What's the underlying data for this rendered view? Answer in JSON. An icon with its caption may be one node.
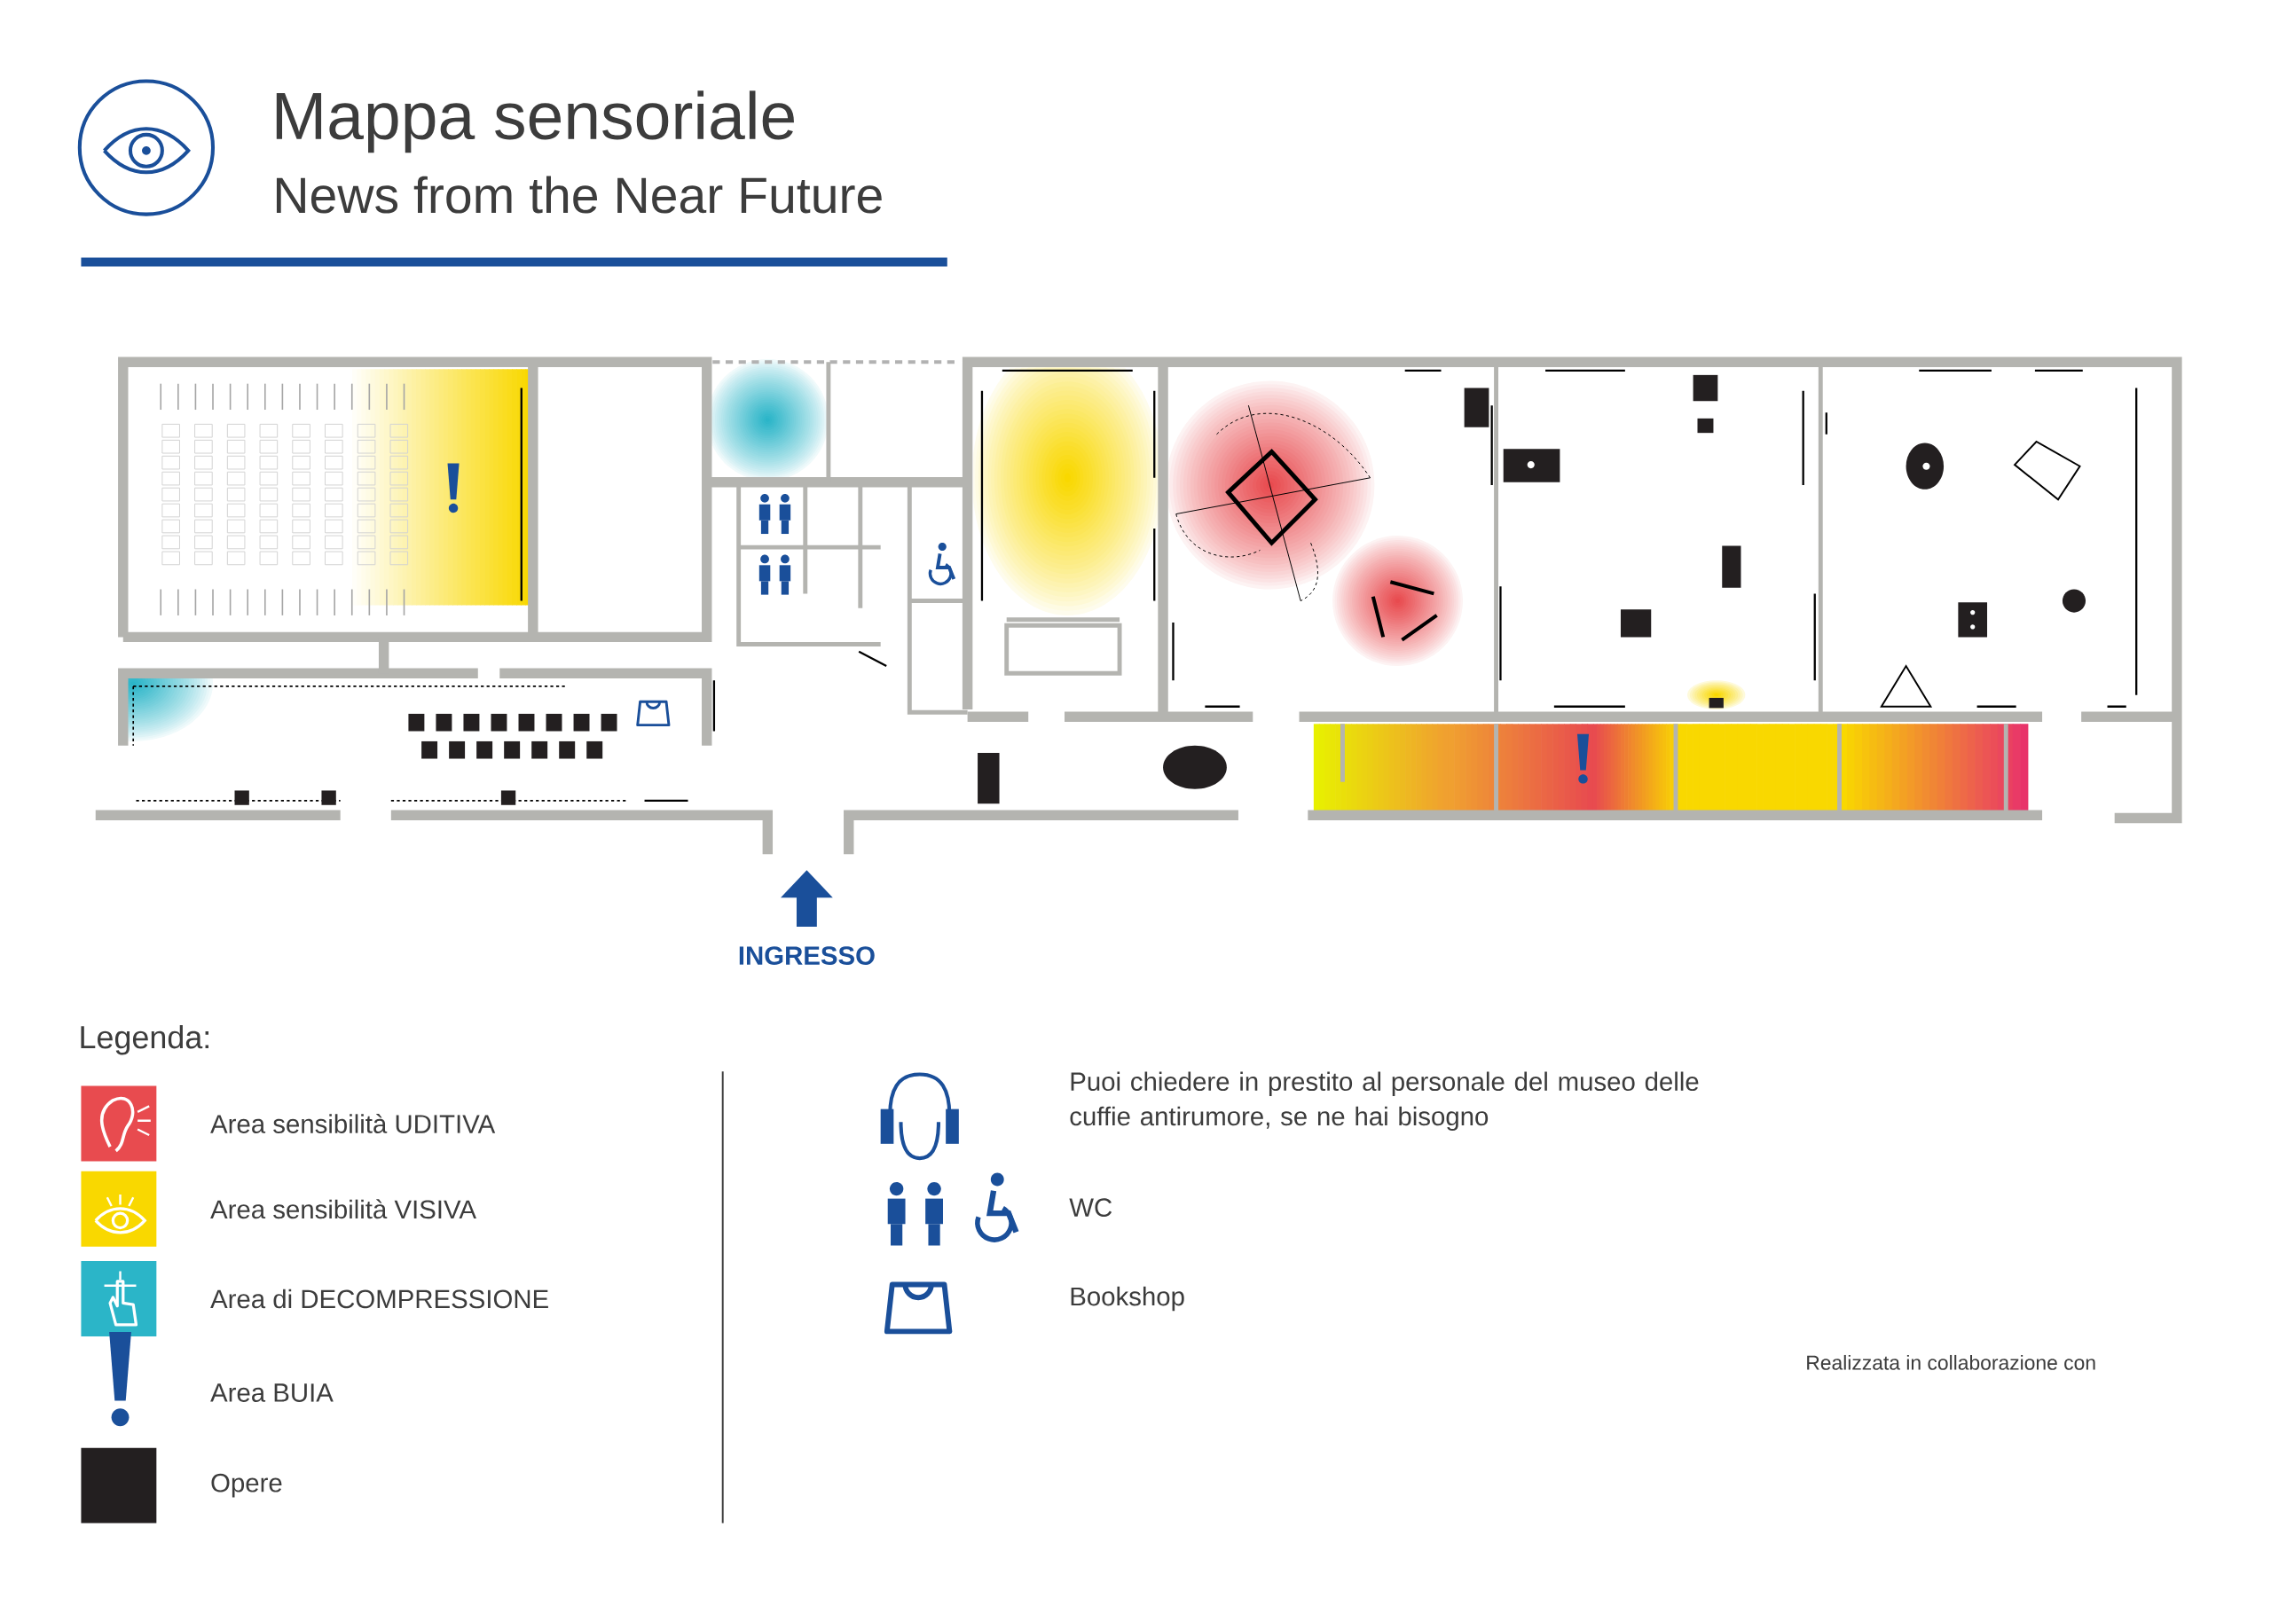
{
  "diagram": {
    "title": "Mappa sensoriale",
    "labels": [
      "News from the Near Future",
      "INGRESSO",
      "Legenda:",
      "Realizzata in collaborazione con"
    ],
    "legend": [
      {
        "text": "Area sensibilità UDITIVA",
        "color": "#e84b4f"
      },
      {
        "text": "Area sensibilità VISIVA",
        "color": "#f9d800"
      },
      {
        "text": "Area di DECOMPRESSIONE",
        "color": "#2bb5c8"
      },
      {
        "text": "Area BUIA"
      },
      {
        "text": "Opere",
        "color": "#231f20"
      },
      {
        "text": "Puoi chiedere in prestito al personale del museo delle cuffie antirumore, se ne hai bisogno"
      },
      {
        "text": "WC"
      },
      {
        "text": "Bookshop"
      }
    ]
  }
}
